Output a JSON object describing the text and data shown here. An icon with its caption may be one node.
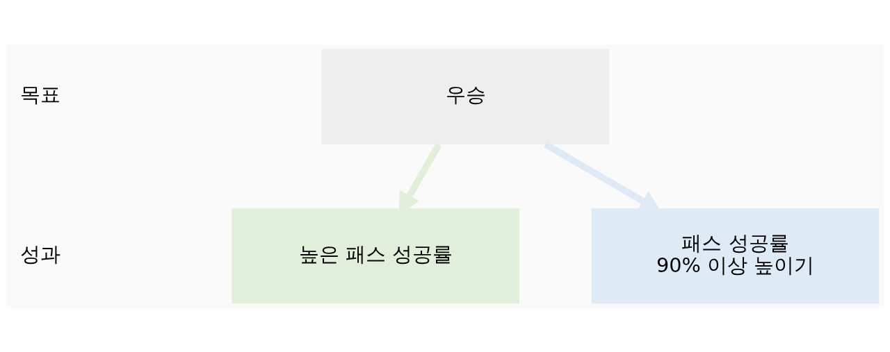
{
  "diagram": {
    "nodes": [
      {
        "text": [
          "우승"
        ]
      },
      {
        "text": [
          "높은 패스 성공률"
        ]
      },
      {
        "text": [
          "패스 성공률 90% 이상 높이기"
        ]
      }
    ],
    "edges": [
      {
        "from": 0,
        "to": 1,
        "arrow": "to",
        "color": "#e2efda"
      },
      {
        "from": 0,
        "to": 2,
        "arrow": "to",
        "color": "#deeaf6"
      }
    ],
    "labels": [
      "목표",
      "성과"
    ]
  }
}
